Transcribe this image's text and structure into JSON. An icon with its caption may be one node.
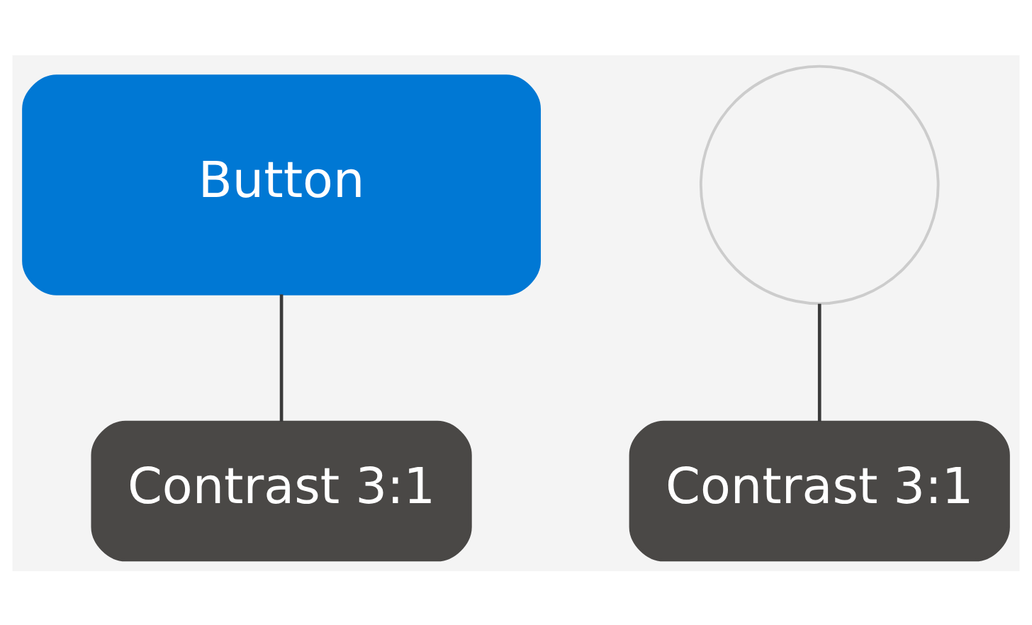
{
  "diagram": {
    "nodes": [
      {
        "text": [
          "Button"
        ]
      },
      {
        "text": [],
        "shape": "circle"
      },
      {
        "text": [
          "Contrast 3:1"
        ]
      },
      {
        "text": [
          "Contrast 3:1"
        ]
      }
    ],
    "edges": [
      {
        "from": 2,
        "to": 0,
        "arrow": "none"
      },
      {
        "from": 3,
        "to": 1,
        "arrow": "none"
      }
    ]
  }
}
